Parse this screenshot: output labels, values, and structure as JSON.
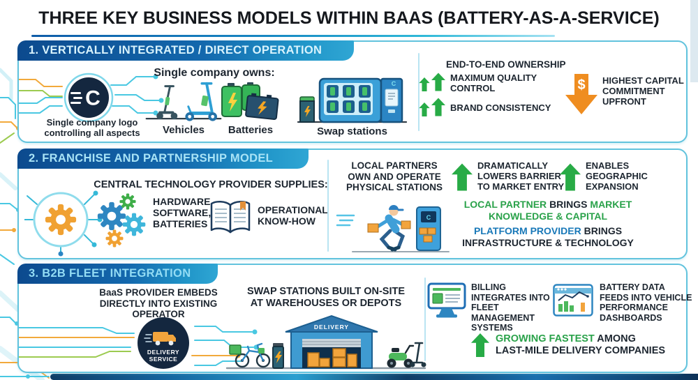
{
  "title": "THREE KEY BUSINESS MODELS WITHIN BAAS (BATTERY-AS-A-SERVICE)",
  "colors": {
    "banner_blue_dark": "#0c4a8e",
    "banner_blue_light": "#2fa6d4",
    "box_border": "#62c3dd",
    "green": "#28ab46",
    "orange": "#ef8d20",
    "green_text": "#2aa24a",
    "blue_text": "#1878b8",
    "dark_text": "#1d2630",
    "logo_navy": "#14273f"
  },
  "s1": {
    "header": "1. VERTICALLY INTEGRATED / DIRECT OPERATION",
    "logo_letter": "C",
    "logo_caption_lines": [
      "Single company logo",
      "controlling all aspects"
    ],
    "owns_heading": "Single company owns:",
    "vehicles_label": "Vehicles",
    "batteries_label": "Batteries",
    "swap_label": "Swap stations",
    "station_mark": "C",
    "ownership_heading": "END-TO-END OWNERSHIP",
    "pro1_lines": [
      "MAXIMUM QUALITY",
      "CONTROL"
    ],
    "pro2": "BRAND CONSISTENCY",
    "dollar": "$",
    "con_lines": [
      "HIGHEST CAPITAL",
      "COMMITMENT",
      "UPFRONT"
    ]
  },
  "s2": {
    "header": "2. FRANCHISE AND PARTNERSHIP MODEL",
    "supplies_heading": "CENTRAL TECHNOLOGY PROVIDER SUPPLIES:",
    "supply1_lines": [
      "HARDWARE,",
      "SOFTWARE,",
      "BATTERIES"
    ],
    "supply2_lines": [
      "OPERATIONAL",
      "KNOW-HOW"
    ],
    "partners_lines": [
      "LOCAL PARTNERS",
      "OWN AND OPERATE",
      "PHYSICAL STATIONS"
    ],
    "kiosk_mark": "C",
    "benefit1_lines": [
      "DRAMATICALLY",
      "LOWERS BARRIER",
      "TO MARKET ENTRY"
    ],
    "benefit2_lines": [
      "ENABLES",
      "GEOGRAPHIC",
      "EXPANSION"
    ],
    "local_partner": "LOCAL PARTNER",
    "brings1": "BRINGS",
    "market": "MARKET",
    "knowledge": "KNOWLEDGE & CAPITAL",
    "platform_provider": "PLATFORM PROVIDER",
    "brings2": "BRINGS",
    "infrastructure": "INFRASTRUCTURE & TECHNOLOGY"
  },
  "s3": {
    "header": "3. B2B FLEET INTEGRATION",
    "embeds_lines": [
      "BaaS PROVIDER EMBEDS",
      "DIRECTLY INTO EXISTING",
      "OPERATOR"
    ],
    "logo_lines": [
      "DELIVERY",
      "SERVICE"
    ],
    "onsite_lines": [
      "SWAP STATIONS BUILT ON-SITE",
      "AT WAREHOUSES OR DEPOTS"
    ],
    "warehouse_sign": "DELIVERY",
    "billing_lines": [
      "BILLING",
      "INTEGRATES INTO",
      "FLEET MANAGEMENT",
      "SYSTEMS"
    ],
    "battery_data_lines": [
      "BATTERY DATA",
      "FEEDS INTO VEHICLE",
      "PERFORMANCE",
      "DASHBOARDS"
    ],
    "growing_green": "GROWING FASTEST",
    "growing_after": "AMONG",
    "growing_line2": "LAST-MILE DELIVERY COMPANIES"
  }
}
